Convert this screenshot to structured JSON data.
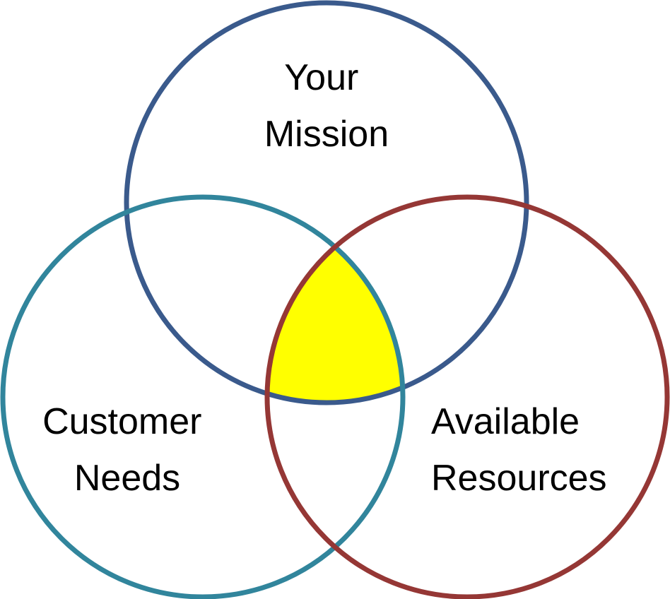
{
  "circles": [
    {
      "id": "mission",
      "lines": [
        "Your",
        "Mission"
      ],
      "stroke_color": "#3A5A8C"
    },
    {
      "id": "customer",
      "lines": [
        "Customer",
        "Needs"
      ],
      "stroke_color": "#31859C"
    },
    {
      "id": "resources",
      "lines": [
        "Available",
        "Resources"
      ],
      "stroke_color": "#953735"
    }
  ],
  "intersection_color": "#FFFF00",
  "background_color": "#FFFFFF"
}
